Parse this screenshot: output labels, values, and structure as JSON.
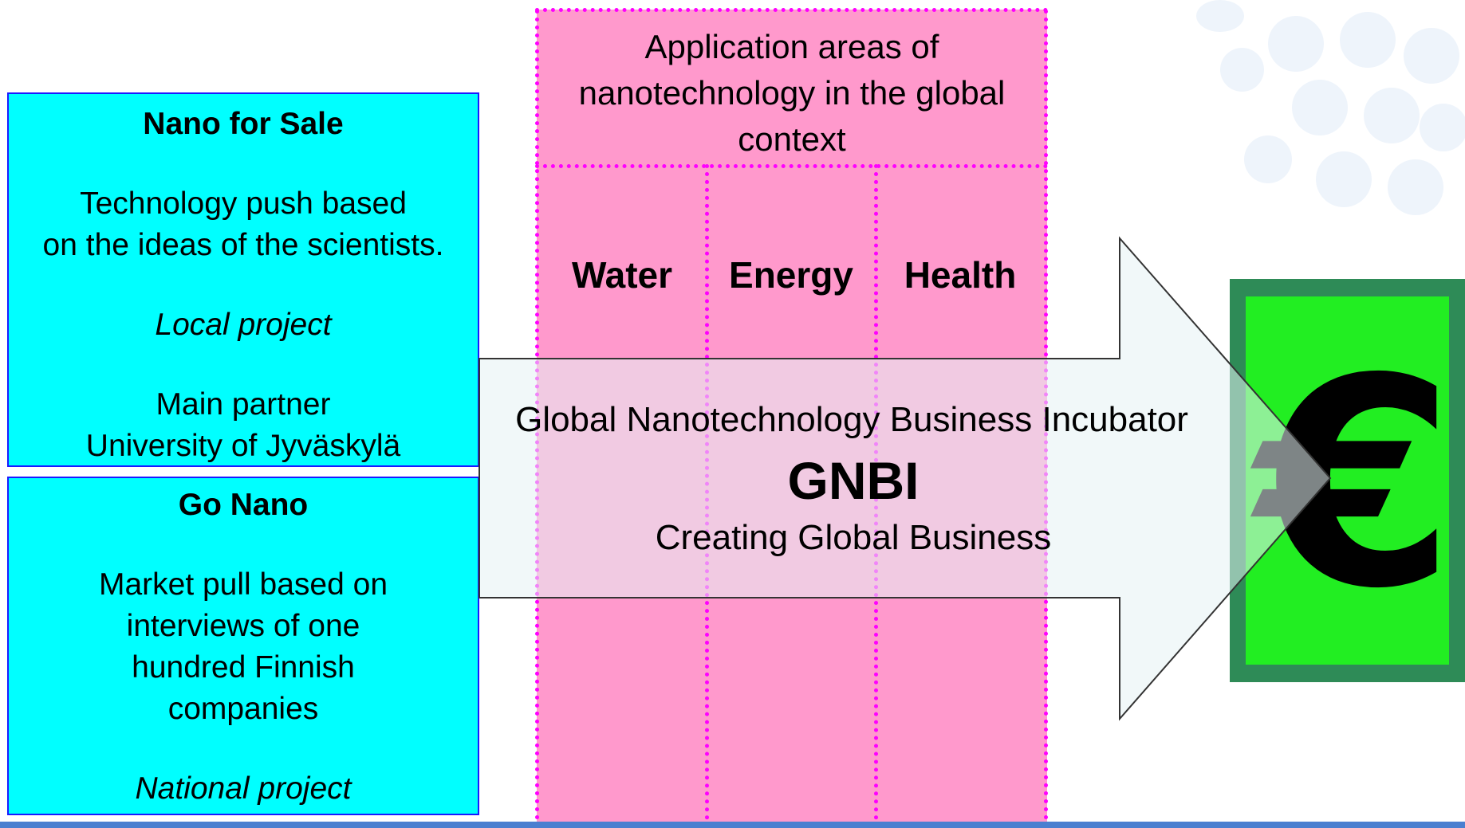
{
  "left_boxes": {
    "nano_for_sale": {
      "title": "Nano for Sale",
      "description_line1": "Technology push based",
      "description_line2": "on the ideas of the scientists.",
      "scope": "Local project",
      "partner_line1": "Main partner",
      "partner_line2": "University of Jyväskylä"
    },
    "go_nano": {
      "title": "Go Nano",
      "description_line1": "Market pull based on",
      "description_line2": "interviews of one",
      "description_line3": "hundred Finnish",
      "description_line4": "companies",
      "scope": "National project"
    }
  },
  "application_areas": {
    "header_line1": "Application areas of",
    "header_line2": "nanotechnology in the global",
    "header_line3": "context",
    "areas": [
      "Water",
      "Energy",
      "Health"
    ]
  },
  "arrow_banner": {
    "line1": "Global Nanotechnology Business Incubator",
    "acronym": "GNBI",
    "tagline": "Creating Global Business"
  },
  "target": {
    "symbol": "€"
  },
  "colors": {
    "box_fill": "#00ffff",
    "box_border": "#1a1aff",
    "column_fill": "#ff99cc",
    "column_dots": "#ff00ff",
    "arrow_fill": "#e6f2f4",
    "euro_frame": "#2e8b57",
    "euro_fill": "#22ee22"
  }
}
